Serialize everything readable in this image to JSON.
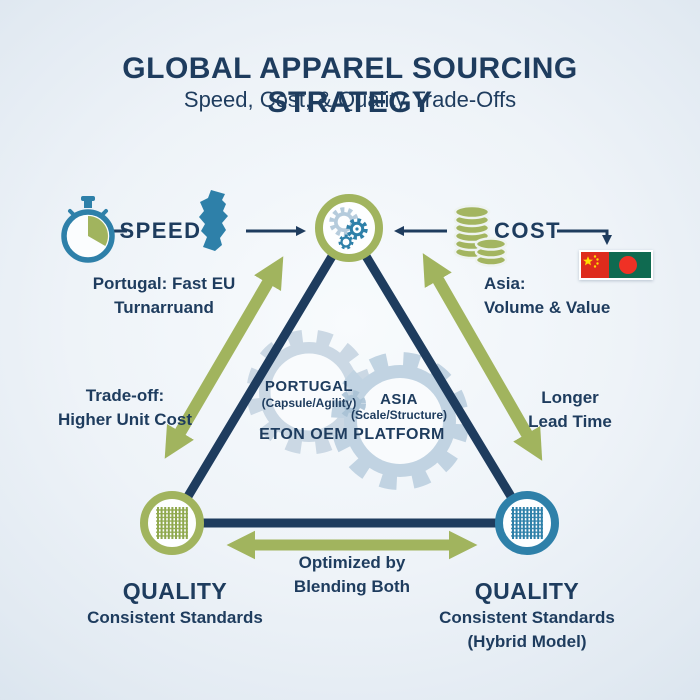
{
  "header": {
    "title": "GLOBAL APPAREL SOURCING STRATEGY",
    "subtitle": "Speed, Cost, & Quality Trade-Offs"
  },
  "speed": {
    "label": "SPEED",
    "note_line1": "Portugal: Fast EU",
    "note_line2": "Turnarruand"
  },
  "cost": {
    "label": "COST",
    "note_line1": "Asia:",
    "note_line2": "Volume & Value"
  },
  "tradeoffs": {
    "left": {
      "line1": "Trade-off:",
      "line2": "Higher Unit Cost"
    },
    "right": {
      "line1": "Longer",
      "line2": "Lead Time"
    },
    "bottom": {
      "line1": "Optimized by",
      "line2": "Blending Both"
    }
  },
  "platform": {
    "gear_left_title": "PORTUGAL",
    "gear_left_sub": "(Capsule/Agility)",
    "gear_right_title": "ASIA",
    "gear_right_sub": "(Scale/Structure)",
    "label": "ETON OEM PLATFORM"
  },
  "quality_left": {
    "title": "QUALITY",
    "line1": "Consistent Standards"
  },
  "quality_right": {
    "title": "QUALITY",
    "line1": "Consistent Standards",
    "line2": "(Hybrid Model)"
  },
  "icons": {
    "speed": "stopwatch",
    "speed_region": "portugal-map",
    "cost": "coin-stacks",
    "cost_region": "china-and-bangladesh-flags",
    "top_vertex": "gears",
    "bottom_left_vertex": "fabric-swatch-green",
    "bottom_right_vertex": "fabric-swatch-blue",
    "center": "interlocking-gears"
  },
  "colors": {
    "navy": "#1e3c5e",
    "green": "#a1b45e",
    "teal": "#2e80a9",
    "gear_light_blue": "#c9d7e3",
    "china_red": "#de2b1c",
    "star_yellow": "#ffde00",
    "bangladesh_green": "#0f6a50",
    "bangladesh_red": "#ef3125"
  }
}
